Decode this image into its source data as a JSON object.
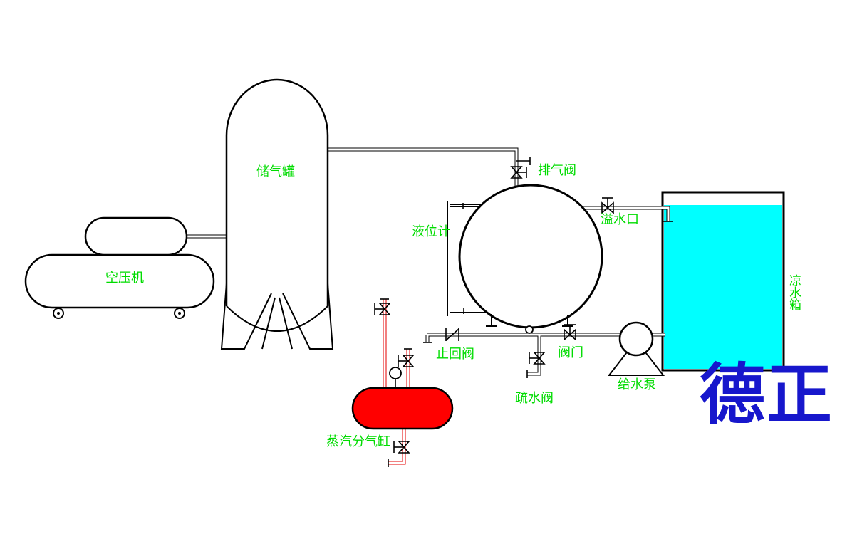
{
  "diagram": {
    "type": "piping-schematic",
    "labels": {
      "air_compressor": "空压机",
      "gas_storage_tank": "储气罐",
      "exhaust_valve": "排气阀",
      "level_gauge": "液位计",
      "overflow_port": "溢水口",
      "cooling_water_tank": "凉水箱",
      "check_valve": "止回阀",
      "valve": "阀门",
      "steam_trap": "疏水阀",
      "feed_water_pump": "给水泵",
      "steam_distribution_cylinder": "蒸汽分气缸"
    },
    "cooling_tank_vertical": [
      "凉",
      "水",
      "箱"
    ],
    "logo": {
      "text": "德正",
      "color": "#1717CC"
    },
    "colors": {
      "label": "#00DC00",
      "water": "#00FFFF",
      "steam_vessel": "#FF0000",
      "pipe": "#000000",
      "background": "#FFFFFF"
    }
  }
}
